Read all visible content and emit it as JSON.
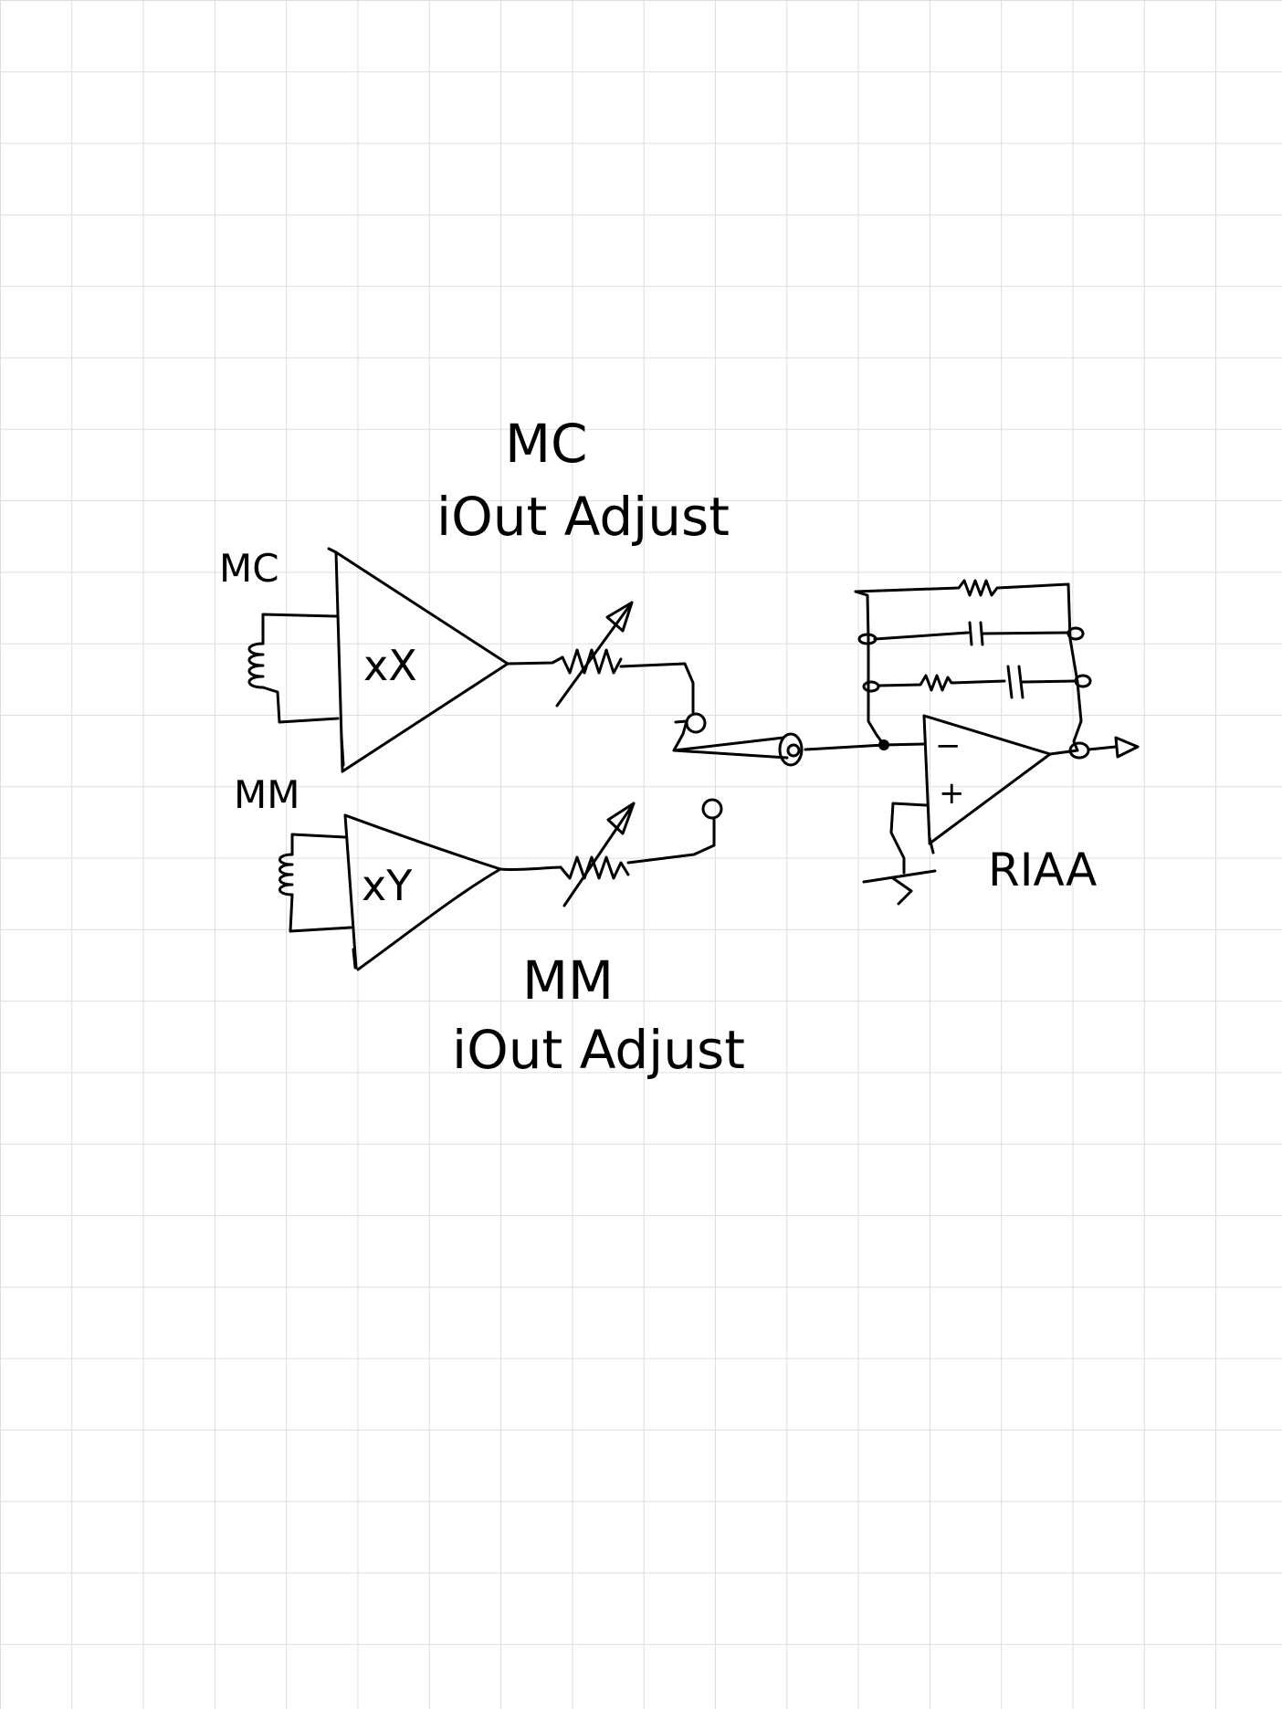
{
  "diagram": {
    "type": "hand-drawn circuit schematic on grid paper",
    "ink_color": "#000000",
    "grid_color": "#dedede",
    "labels": {
      "mc_input": "MC",
      "mm_input": "MM",
      "mc_gain": "xX",
      "mm_gain": "xY",
      "mc_adjust_line1": "MC",
      "mc_adjust_line2": "iOut Adjust",
      "mm_adjust_line1": "MM",
      "mm_adjust_line2": "iOut Adjust",
      "opamp_minus": "−",
      "opamp_plus": "+",
      "riaa": "RIAA"
    },
    "components": [
      "mc-cartridge-coil-icon",
      "mc-amplifier-triangle",
      "mc-variable-resistor-icon",
      "mm-cartridge-coil-icon",
      "mm-amplifier-triangle",
      "mm-variable-resistor-icon",
      "selector-switch-icon",
      "riaa-opamp-triangle",
      "feedback-resistor-icon",
      "feedback-capacitor-icon",
      "feedback-rc-series-icon",
      "ground-symbol-icon",
      "output-arrow-icon"
    ]
  }
}
